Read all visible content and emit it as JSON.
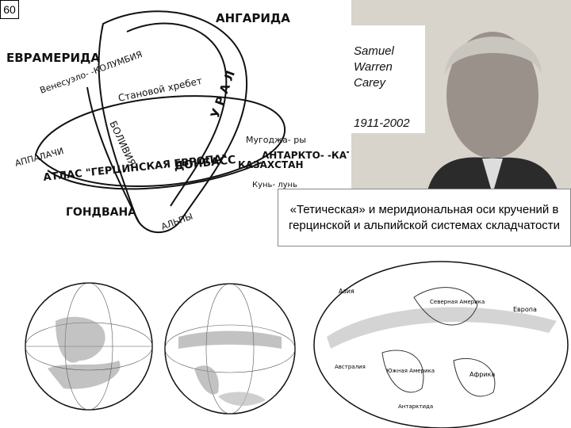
{
  "slide": {
    "number": "60"
  },
  "ring_labels": {
    "evramerida": "ЕВРАМЕРИДА",
    "angarida": "АНГАРИДА",
    "venesuela_kolumbia": "Венесуэло- -КОЛУМБИЯ",
    "stanovoy": "Становой хребет",
    "ural": "У Р А Л",
    "bolivia": "БОЛИВИЯ",
    "nugo": "Мугоджа- ры",
    "kazakhstan": "КАЗАХСТАН",
    "antarkto": "АНТАРКТО- -КАТАЗИЯ",
    "kunlun": "Кунь- лунь",
    "donbass": "ДОНБАСС",
    "atlas_evropa": "АТЛАС \"ГЕРЦИНСКАЯ ЕВРОПА\"",
    "gondvana": "ГОНДВАНА",
    "appalachi": "АППАЛАЧИ",
    "alpy": "АЛЬПЫ"
  },
  "caption": {
    "line1": "Samuel",
    "line2": "Warren",
    "line3": "Carey",
    "years": "1911-2002"
  },
  "callout_text": "«Тетическая» и меридиональная оси кручений в герцинской и альпийской системах складчатости",
  "map_labels": {
    "asia": "Азия",
    "europe": "Европа",
    "north_america": "Северная Америка",
    "south_america": "Южная Америка",
    "africa": "Африка",
    "australia": "Австралия",
    "antarctica": "Антарктида"
  }
}
